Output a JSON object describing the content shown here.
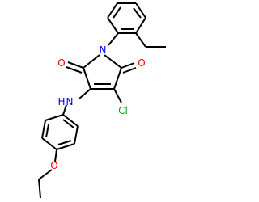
{
  "molecule": {
    "atoms": {
      "ring_nitrogen": {
        "label": "N",
        "color": "#0000ff"
      },
      "left_carbonyl_oxygen": {
        "label": "O",
        "color": "#ff0000"
      },
      "right_carbonyl_oxygen": {
        "label": "O",
        "color": "#ff0000"
      },
      "chlorine": {
        "label": "Cl",
        "color": "#00aa00"
      },
      "amine_nitrogen": {
        "label": "N",
        "color": "#0000ff"
      },
      "amine_hydrogen": {
        "label": "H",
        "color": "#0000ff"
      },
      "ether_oxygen": {
        "label": "O",
        "color": "#ff0000"
      }
    },
    "bond_color": "#000000"
  }
}
